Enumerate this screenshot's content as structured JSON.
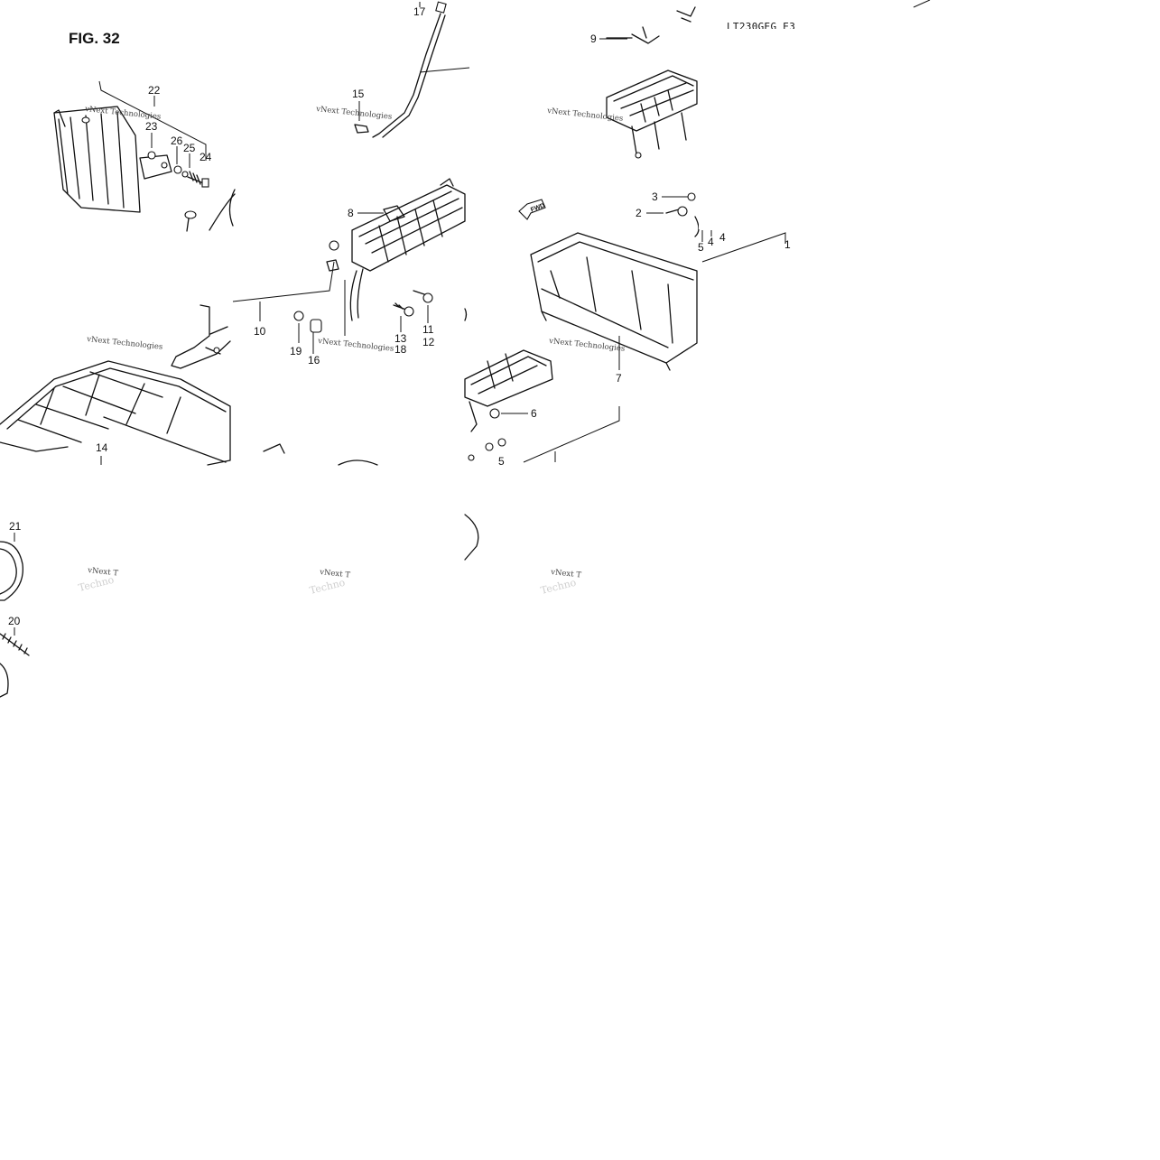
{
  "figure": {
    "title": "FIG. 32",
    "model_code": "LT230GEG E3",
    "fwd_arrow_label": "FWD"
  },
  "watermark": {
    "text": "vNext Technologies",
    "short_a": "vNext T",
    "short_b": "Techno"
  },
  "callouts": [
    {
      "id": "c22",
      "label": "22"
    },
    {
      "id": "c23",
      "label": "23"
    },
    {
      "id": "c26",
      "label": "26"
    },
    {
      "id": "c25",
      "label": "25"
    },
    {
      "id": "c24",
      "label": "24"
    },
    {
      "id": "c17",
      "label": "17"
    },
    {
      "id": "c15",
      "label": "15"
    },
    {
      "id": "c9",
      "label": "9"
    },
    {
      "id": "c3",
      "label": "3"
    },
    {
      "id": "c2",
      "label": "2"
    },
    {
      "id": "c5a",
      "label": "5"
    },
    {
      "id": "c4a",
      "label": "4"
    },
    {
      "id": "c4b",
      "label": "4"
    },
    {
      "id": "c1",
      "label": "1"
    },
    {
      "id": "c8",
      "label": "8"
    },
    {
      "id": "c10",
      "label": "10"
    },
    {
      "id": "c11",
      "label": "11"
    },
    {
      "id": "c12",
      "label": "12"
    },
    {
      "id": "c13",
      "label": "13"
    },
    {
      "id": "c18",
      "label": "18"
    },
    {
      "id": "c19",
      "label": "19"
    },
    {
      "id": "c16",
      "label": "16"
    },
    {
      "id": "c7",
      "label": "7"
    },
    {
      "id": "c6",
      "label": "6"
    },
    {
      "id": "c5b",
      "label": "5"
    },
    {
      "id": "c14",
      "label": "14"
    },
    {
      "id": "c21",
      "label": "21"
    },
    {
      "id": "c20",
      "label": "20"
    }
  ]
}
